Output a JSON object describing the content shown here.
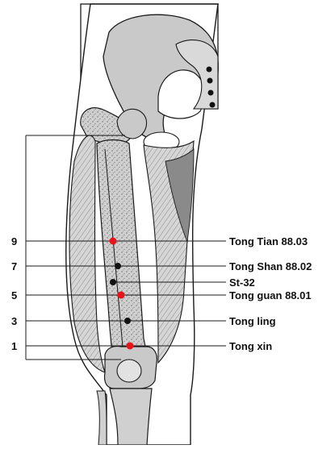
{
  "diagram": {
    "scale_marks": [
      "9",
      "7",
      "5",
      "3",
      "1"
    ],
    "points": [
      {
        "label": "Tong Tian 88.03",
        "color": "#e8141a"
      },
      {
        "label": "Tong Shan 88.02",
        "color": "#111111"
      },
      {
        "label": "St-32",
        "color": "#111111"
      },
      {
        "label": "Tong guan 88.01",
        "color": "#e8141a"
      },
      {
        "label": "Tong ling",
        "color": "#111111"
      },
      {
        "label": "Tong xin",
        "color": "#e8141a"
      }
    ],
    "colors": {
      "bone": "#c9c9c9",
      "bone_light": "#d9d9d9",
      "outline": "#1a1a1a",
      "red_point": "#e8141a",
      "black_point": "#111111"
    }
  }
}
